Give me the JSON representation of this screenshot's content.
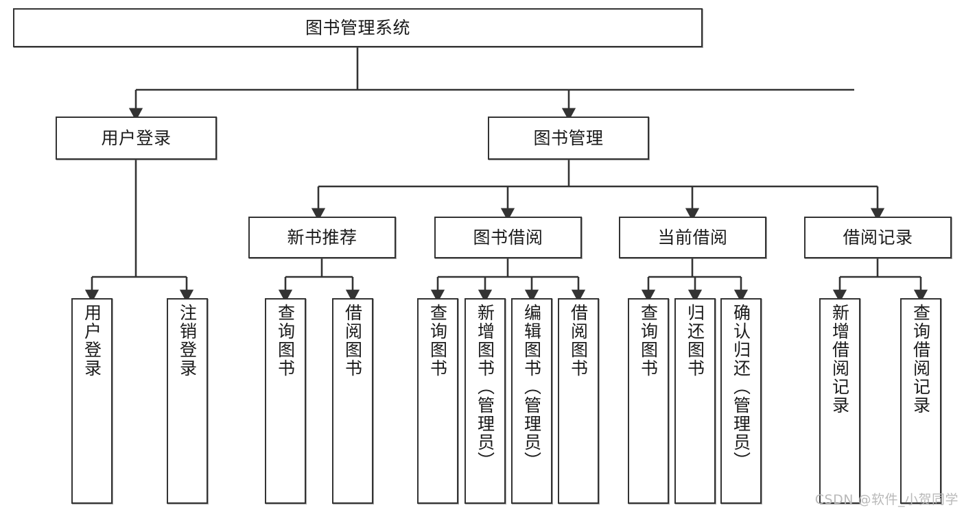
{
  "diagram": {
    "title": "图书管理系统",
    "watermark": "CSDN @软件_小贺同学",
    "stroke_color": "#333333",
    "fill_color": "#ffffff",
    "text_color": "#1a1a1a",
    "watermark_color": "#b9b9b9"
  },
  "nodes": {
    "root": {
      "label": "图书管理系统",
      "level": 0
    },
    "level1": [
      {
        "label": "用户登录"
      },
      {
        "label": "图书管理"
      }
    ],
    "level2": [
      {
        "label": "新书推荐"
      },
      {
        "label": "图书借阅"
      },
      {
        "label": "当前借阅"
      },
      {
        "label": "借阅记录"
      }
    ],
    "leaves": {
      "user_login": [
        {
          "label": "用户登录"
        },
        {
          "label": "注销登录"
        }
      ],
      "new_book_recommend": [
        {
          "label": "查询图书"
        },
        {
          "label": "借阅图书"
        }
      ],
      "book_borrow": [
        {
          "label": "查询图书"
        },
        {
          "label": "新增图书（管理员）"
        },
        {
          "label": "编辑图书（管理员）"
        },
        {
          "label": "借阅图书"
        }
      ],
      "current_borrow": [
        {
          "label": "查询图书"
        },
        {
          "label": "归还图书"
        },
        {
          "label": "确认归还（管理员）"
        }
      ],
      "borrow_record": [
        {
          "label": "新增借阅记录"
        },
        {
          "label": "查询借阅记录"
        }
      ]
    }
  }
}
